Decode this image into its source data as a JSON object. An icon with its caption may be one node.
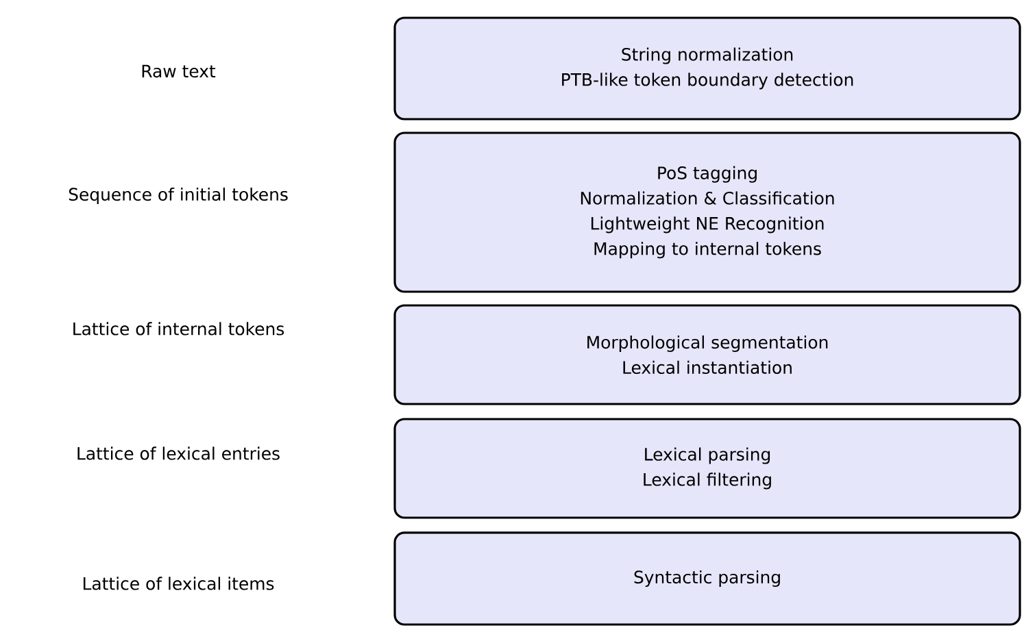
{
  "diagram": {
    "nodes": [
      {
        "text": [
          "String normalization",
          "PTB-like token boundary detection"
        ]
      },
      {
        "text": [
          "PoS tagging",
          "Normalization & Classification",
          "Lightweight NE Recognition",
          "Mapping to internal tokens"
        ]
      },
      {
        "text": [
          "Morphological segmentation",
          "Lexical instantiation"
        ]
      },
      {
        "text": [
          "Lexical parsing",
          "Lexical filtering"
        ]
      },
      {
        "text": [
          "Syntactic parsing"
        ]
      }
    ],
    "labels": [
      "Raw text",
      "Sequence of initial tokens",
      "Lattice of internal tokens",
      "Lattice of lexical entries",
      "Lattice of lexical items"
    ]
  }
}
